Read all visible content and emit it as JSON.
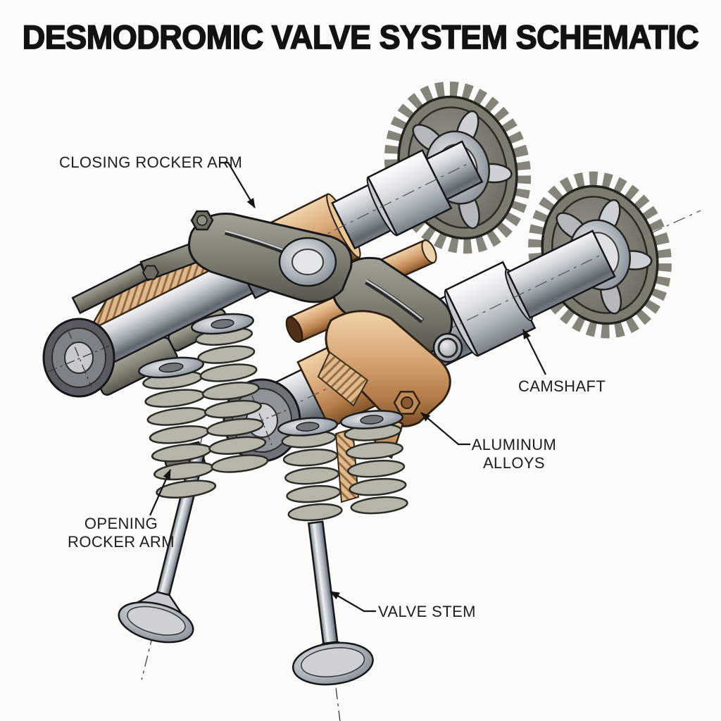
{
  "title": "DESMODROMIC VALVE SYSTEM SCHEMATIC",
  "diagram": {
    "subject": "desmodromic-valve-system",
    "callouts": [
      {
        "id": "closing-rocker-arm",
        "text": "CLOSING ROCKER ARM"
      },
      {
        "id": "camshaft",
        "text": "CAMSHAFT"
      },
      {
        "id": "aluminum-alloys",
        "text": "ALUMINUM ALLOYS"
      },
      {
        "id": "opening-rocker-arm",
        "text": "OPENING ROCKER ARM"
      },
      {
        "id": "valve-stem",
        "text": "VALVE STEM"
      }
    ],
    "palette": {
      "background": "#fbfbf9",
      "ink": "#121212",
      "label": "#1d1d1d",
      "steel_light": "#eef1f4",
      "steel_mid": "#aab0b8",
      "steel_dark": "#5f656d",
      "bronze_light": "#f0d2a8",
      "bronze_mid": "#c08a58",
      "bronze_dark": "#7e5129",
      "gunmetal": "#7c7b70",
      "hatch_fill": "#dcba8e",
      "hatch_line": "#9a6b3c"
    }
  }
}
